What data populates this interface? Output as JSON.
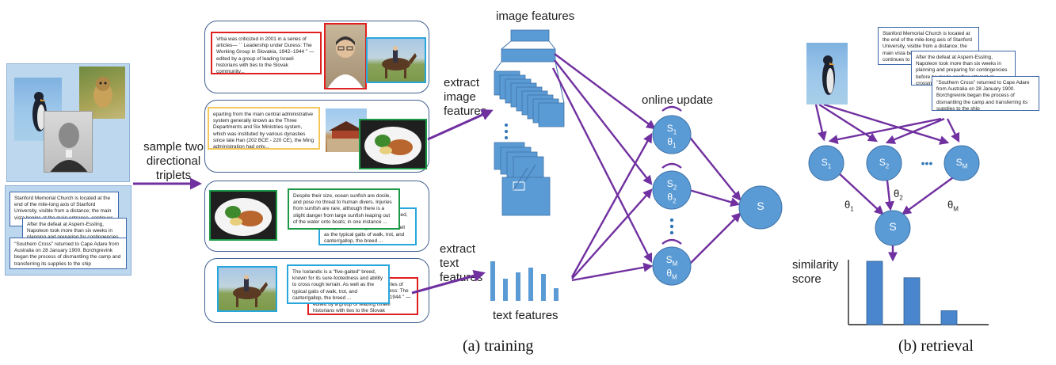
{
  "texts": {
    "stanford": "Stanford Memorial Church is located at the end of the mile-long axis of Stanford University, visible from a distance; the main vista begins at the main entrance, continues",
    "stanford_short": "Stanford Memorial Church is located at the end of the mile-long axis of Stanford University, visible from a distance; the main vista begins at the main entrance, continues to Palm Drive",
    "aspern": "After the defeat at Aspern-Essling, Napoleon took more than six weeks in planning and preparing for contingencies before he made",
    "aspern_long": "After the defeat at Aspern-Essling, Napoleon took more than six weeks in planning and preparing for contingencies before he made another attempt at crossing the Danube.David G. Chandler",
    "southern": "''Southern Cross'' returned to Cape Adare from Australia on 28 January 1900. Borchgrevink began the process of dismantling the camp and transferring its supplies to the ship",
    "vrba": "Vrba was criticized in 2001 in a series of articles— `` Leadership under Duress: The Working Group in Slovakia, 1942–1944 '' — edited by a group of leading Israeli historians with ties to the Slovak community...",
    "central": "eparting from the main central administrative system generally known as the Three Departments and Six Ministries system, which was instituted by various dynasties since late Han (202 BCE - 220 CE), the Ming administration had only...",
    "sunfish": "Despite their size, ocean sunfish are docile, and pose no threat to human divers. Injuries from sunfish are rare, although there is a slight danger from large sunfish leaping out of the water onto boats; in one instance ...",
    "horse_hidden": "The Icelandic is a \"five-gaited\" breed, known for its sure-footedness and ability to cross rough terrain. As well as the typical gaits of walk, trot, and canter/gallop, the breed ...",
    "horse": "The Icelandic is a \"five-gaited\" breed, known for its sure-footedness and ability to cross rough terrain. As well as the typical gaits of walk, trot, and canter/gallop, the breed ...",
    "vrba_hidden": "Vrba was criticized in 2001 in a series of articles— `` Leadership under Duress: The Working Group in Slovakia, 1942–1944 '' — edited by a group of leading Israeli historians with ties to the Slovak community..."
  },
  "labels": {
    "sample": "sample two directional triplets",
    "extract_image": "extract image features",
    "extract_text": "extract text features",
    "image_features": "image features",
    "text_features": "text features",
    "online_update": "online update",
    "similarity": "similarity score"
  },
  "nodes": {
    "s1_a": "S",
    "s1_b": "θ",
    "s2_a": "S",
    "s2_b": "θ",
    "sm_a": "S",
    "sm_b": "θ",
    "s_out": "S",
    "r_s1": "S",
    "r_s2": "S",
    "r_sm": "S",
    "r_s": "S",
    "sub1": "1",
    "sub2": "2",
    "subM": "M",
    "ellipsis_h": "•••",
    "theta1": "θ",
    "theta2": "θ",
    "thetaM": "θ"
  },
  "captions": {
    "training": "(a)  training",
    "retrieval": "(b)  retrieval"
  },
  "chart_data": {
    "type": "bar",
    "values": [
      100,
      74,
      22
    ],
    "categories": [],
    "title": "",
    "xlabel": "",
    "ylabel": "similarity score"
  },
  "colors": {
    "node": "#5b9bd5",
    "arrow": "#7030a0",
    "bar": "#4a86cd",
    "panel_border": "#41608f",
    "red": "#e02020",
    "green": "#1a9a46",
    "cyan": "#29a7dd",
    "yellow": "#f4c75a",
    "light_blue_panel": "#bdd7ee"
  }
}
